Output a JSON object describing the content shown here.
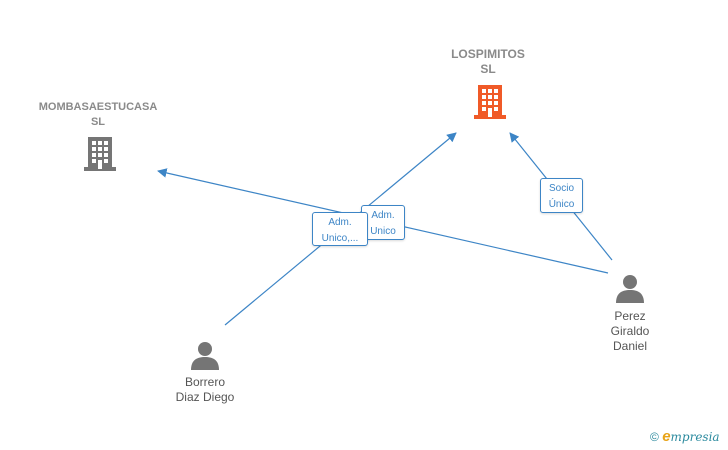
{
  "nodes": {
    "mombasa": {
      "name_line1": "MOMBASAESTUCASA",
      "name_line2": "SL",
      "color": "#757575"
    },
    "lospimitos": {
      "name_line1": "LOSPIMITOS",
      "name_line2": "SL",
      "color": "#f05a28"
    },
    "borrero": {
      "name_line1": "Borrero",
      "name_line2": "Diaz Diego"
    },
    "perez": {
      "name_line1": "Perez",
      "name_line2": "Giraldo",
      "name_line3": "Daniel"
    }
  },
  "edges": {
    "borrero_to_lospimitos": {
      "label_line1": "Adm.",
      "label_line2": "Unico,..."
    },
    "perez_to_mombasa": {
      "label_line1": "Adm.",
      "label_line2": "Unico"
    },
    "perez_to_lospimitos": {
      "label_line1": "Socio",
      "label_line2": "Único"
    }
  },
  "colors": {
    "edge": "#3d85c6",
    "person": "#757575"
  },
  "watermark": {
    "copyright": "©",
    "e_letter": "e",
    "brand": "mpresia"
  }
}
